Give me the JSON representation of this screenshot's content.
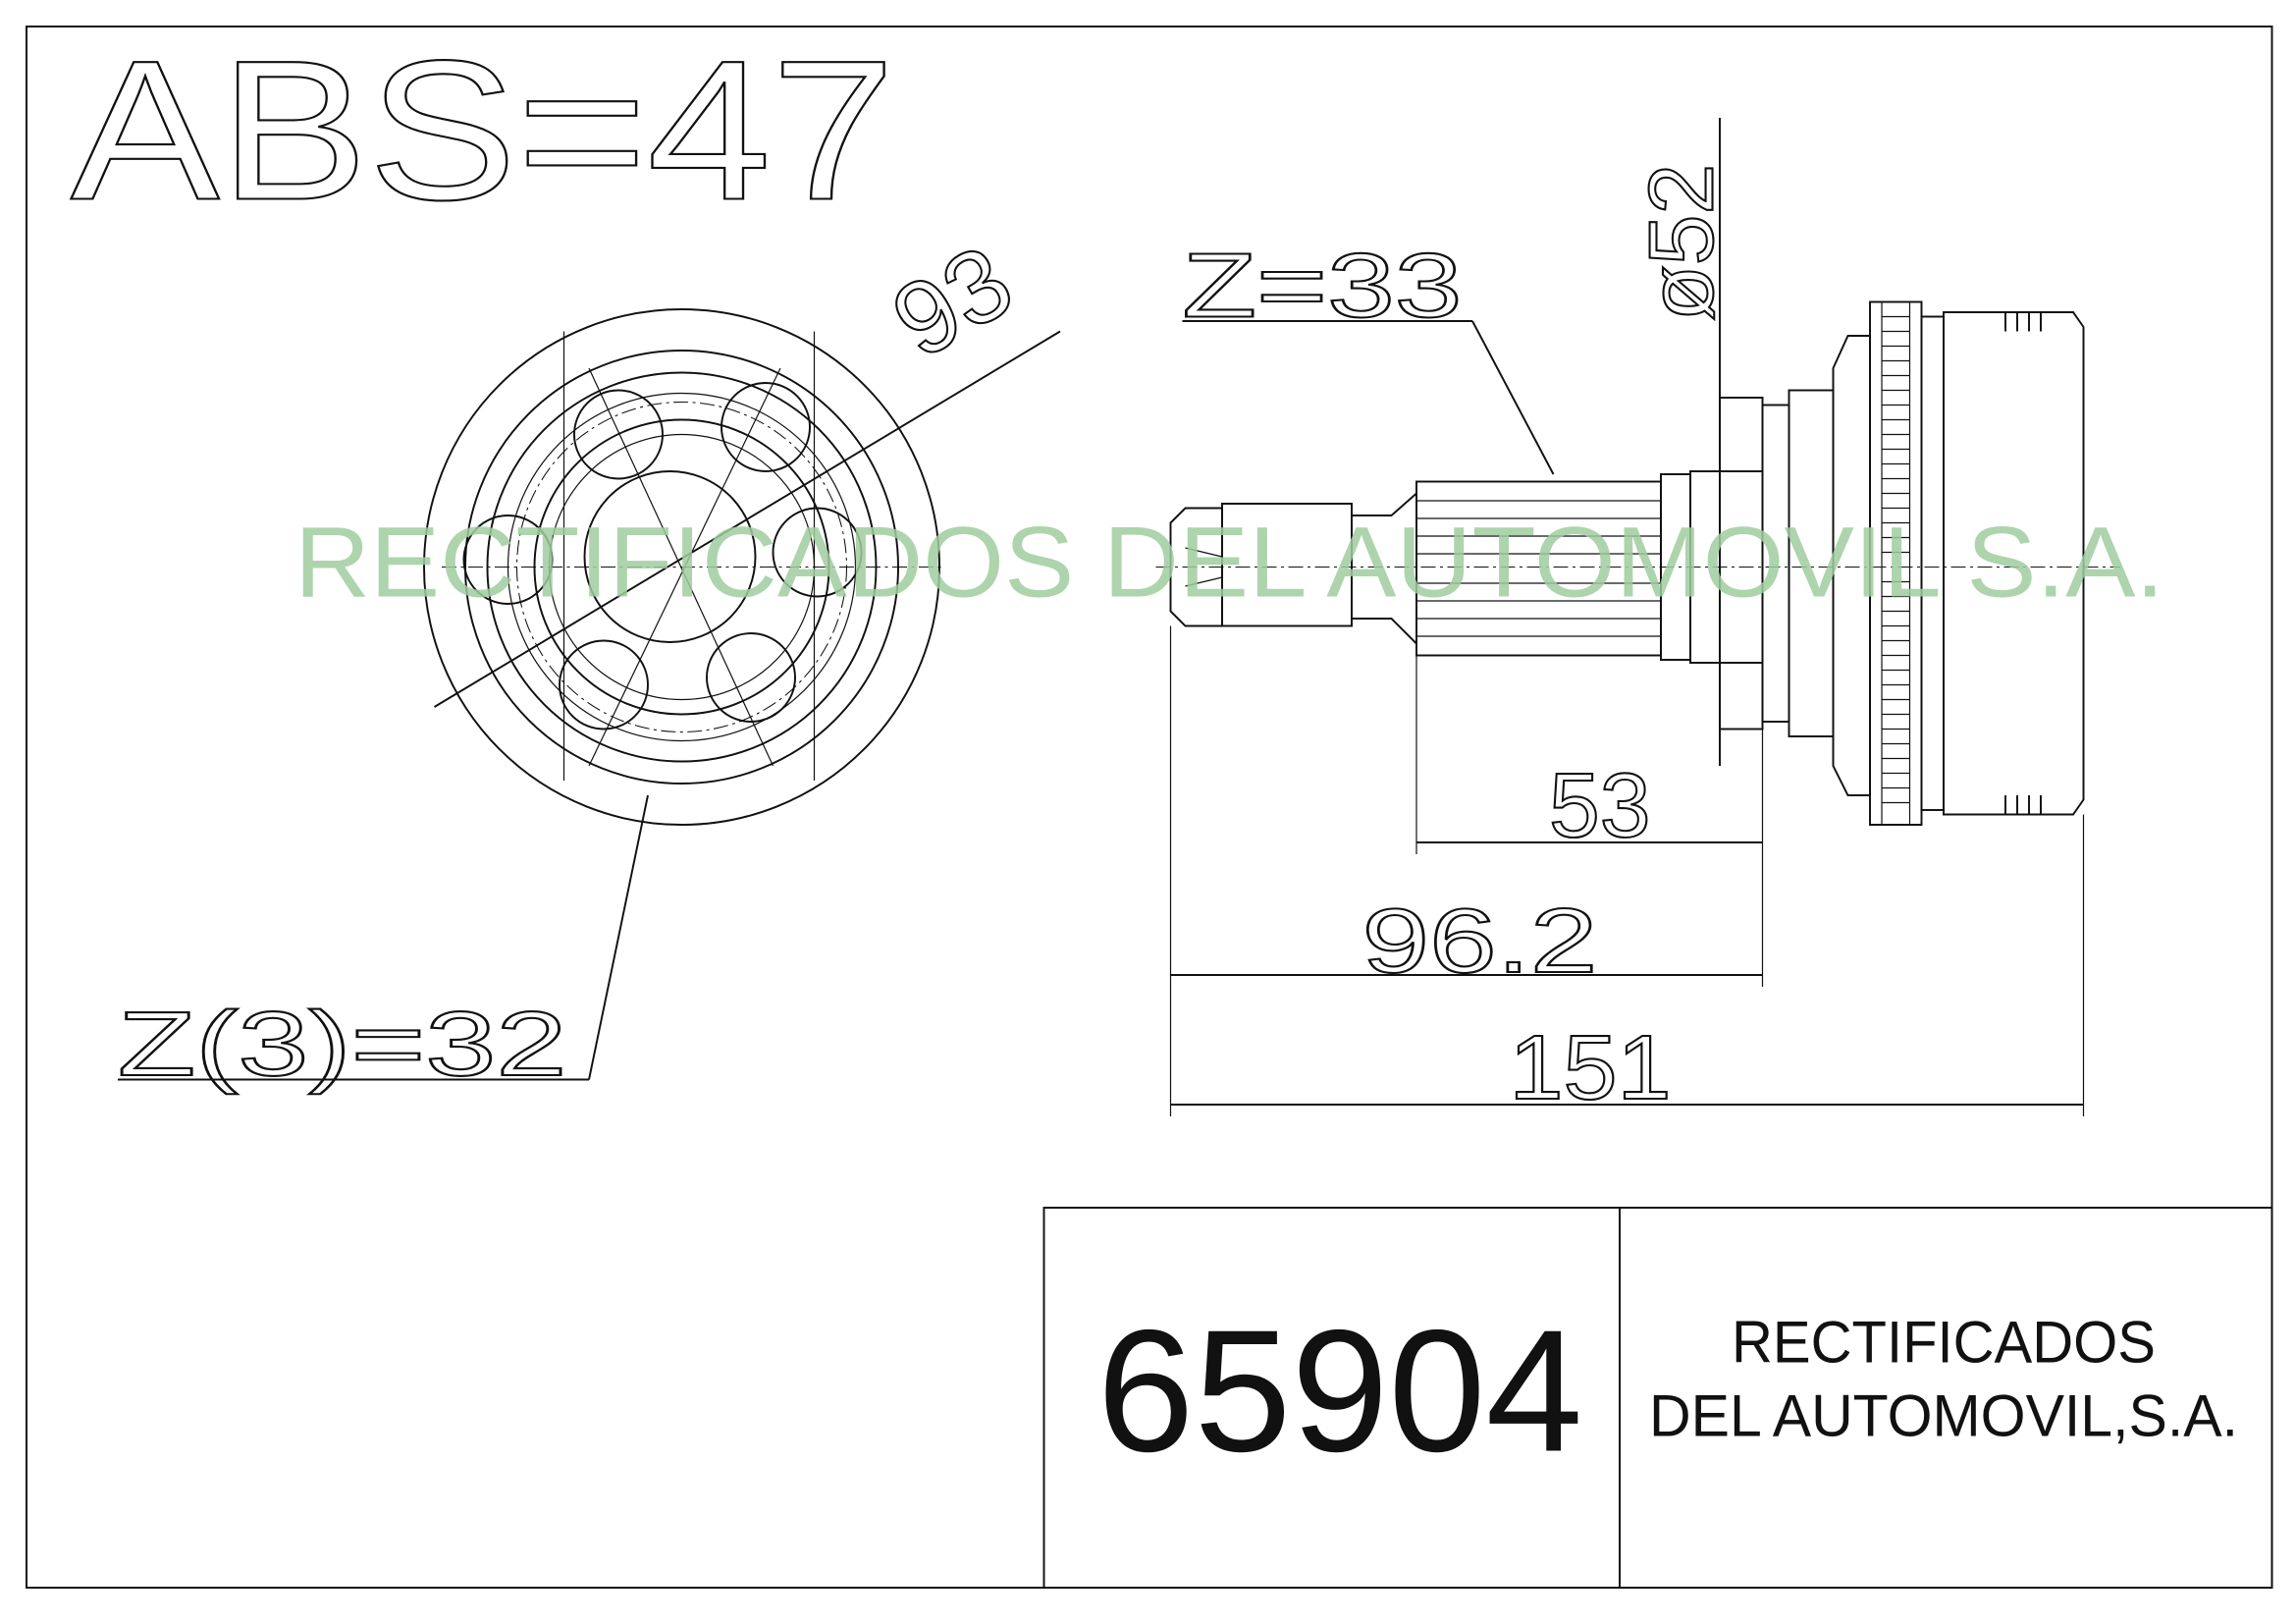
{
  "drawing": {
    "abs_label": "ABS=47",
    "diameter_outer": "93",
    "spline_shaft": "Z=33",
    "diameter_flange": "ø52",
    "dim_spline_length": "53",
    "dim_shaft_length": "96.2",
    "dim_total_length": "151",
    "spline_inner": "Z(3)=32"
  },
  "watermark": "RECTIFICADOS DEL AUTOMOVIL S.A.",
  "title_block": {
    "part_number": "65904",
    "company_line1": "RECTIFICADOS",
    "company_line2": "DEL AUTOMOVIL,S.A."
  },
  "colors": {
    "watermark": "#9fcc9f",
    "line": "#111111"
  }
}
